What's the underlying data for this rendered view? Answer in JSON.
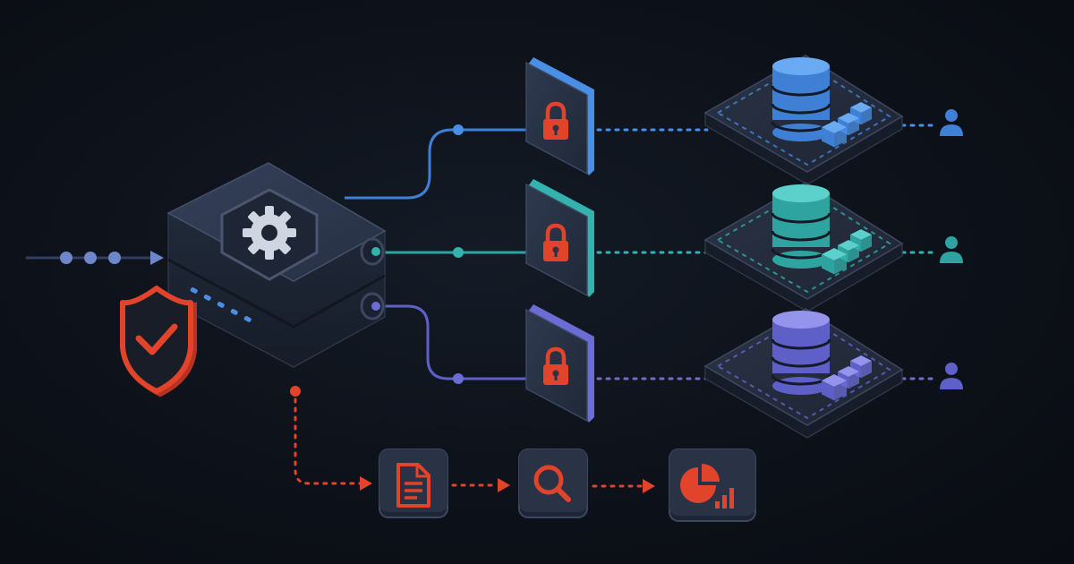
{
  "colors": {
    "background": "#0d1119",
    "panel": "#2a3446",
    "panel_dark": "#1a2130",
    "panel_edge": "#3c4860",
    "ingress": "#6f86c9",
    "audit": "#e2432b",
    "shield": "#e2432b",
    "gear": "#cfd6e2"
  },
  "gateway": {
    "icon": "gear-icon",
    "status_lights": 5
  },
  "shield": {
    "icon": "shield-check-icon"
  },
  "ingress": {
    "dots": 3,
    "arrow": "arrow-right-icon"
  },
  "channels": [
    {
      "id": "blue",
      "color": "#3f7fd6",
      "accent": "#4a8fe6",
      "light": "#6aaaf2",
      "lock_icon": "lock-icon",
      "database_icon": "database-icon",
      "cubes_icon": "cubes-icon",
      "user_icon": "user-icon"
    },
    {
      "id": "teal",
      "color": "#2ea3a0",
      "accent": "#34b3ae",
      "light": "#5cd0ca",
      "lock_icon": "lock-icon",
      "database_icon": "database-icon",
      "cubes_icon": "cubes-icon",
      "user_icon": "user-icon"
    },
    {
      "id": "purple",
      "color": "#5f5fc8",
      "accent": "#6c6cd6",
      "light": "#9494ec",
      "lock_icon": "lock-icon",
      "database_icon": "database-icon",
      "cubes_icon": "cubes-icon",
      "user_icon": "user-icon"
    }
  ],
  "audit_pipeline": [
    {
      "id": "log",
      "icon": "document-icon"
    },
    {
      "id": "inspect",
      "icon": "magnifier-icon"
    },
    {
      "id": "analytics",
      "icon": "pie-bar-chart-icon"
    }
  ]
}
